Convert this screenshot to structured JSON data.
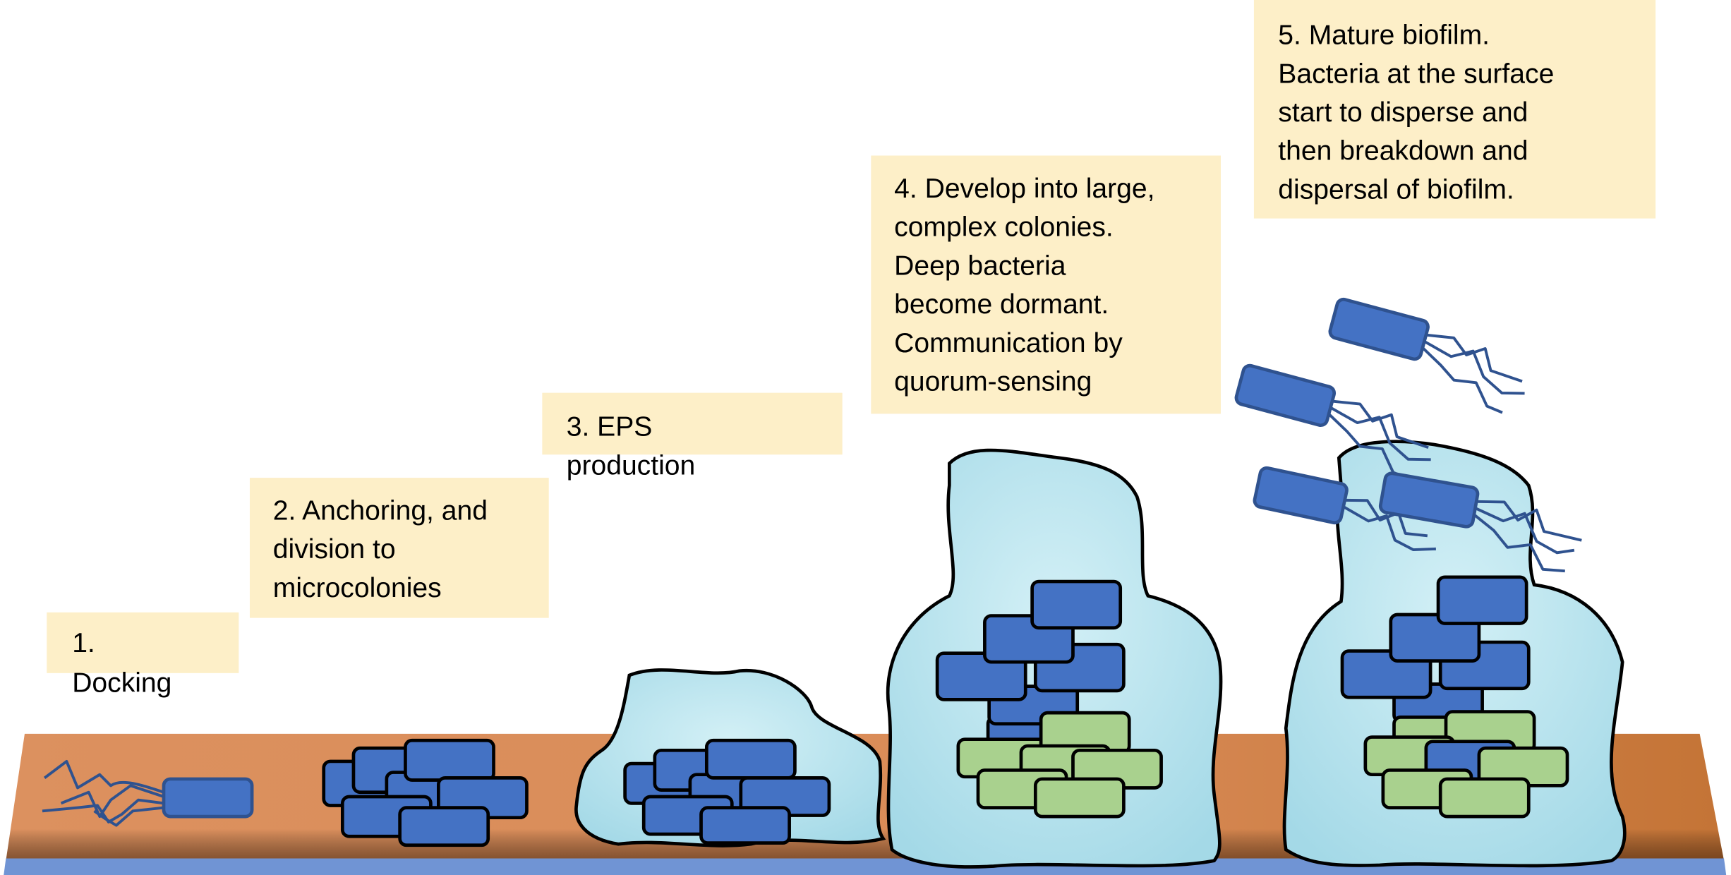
{
  "stages": [
    {
      "lines": [
        "1.",
        "Docking"
      ]
    },
    {
      "lines": [
        "2. Anchoring, and",
        "division to",
        "microcolonies"
      ]
    },
    {
      "lines": [
        "3. EPS",
        "production"
      ]
    },
    {
      "lines": [
        "4. Develop into large,",
        "complex colonies.",
        "Deep bacteria",
        "become dormant.",
        "Communication by",
        "quorum-sensing"
      ]
    },
    {
      "lines": [
        "5. Mature biofilm.",
        "Bacteria at the surface",
        "start to disperse and",
        "then breakdown and",
        "dispersal of biofilm."
      ]
    }
  ],
  "colors": {
    "label_box": "#fdefc8",
    "surface": "#d98d5b",
    "bacteria_active": "#4472c4",
    "bacteria_dormant": "#a9d18e",
    "eps_matrix": "#b7e4ef"
  }
}
